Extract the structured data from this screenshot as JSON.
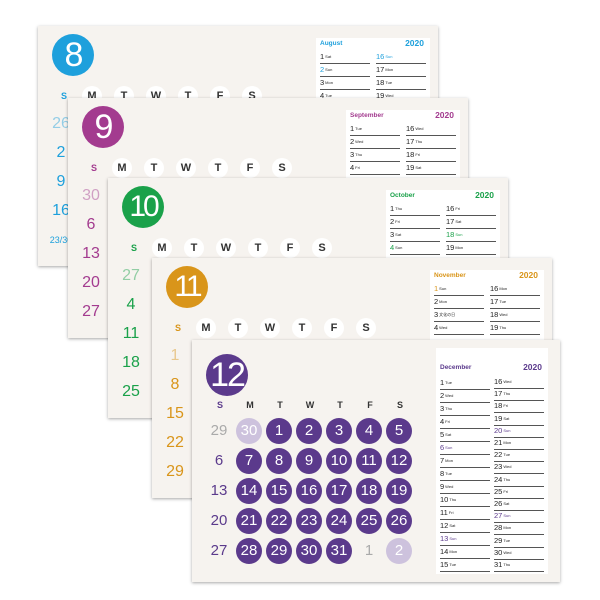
{
  "cards": [
    {
      "id": "aug",
      "month_number": "8",
      "color": "#1ea0dc",
      "list_month": "August",
      "list_year": "2020",
      "days_of_week": [
        "S",
        "M",
        "T",
        "W",
        "T",
        "F",
        "S"
      ],
      "left_col_days": [
        "26",
        "2",
        "9",
        "16",
        "23/30"
      ],
      "list_left": [
        {
          "d": "1",
          "w": "Sat"
        },
        {
          "d": "2",
          "w": "Sun"
        },
        {
          "d": "3",
          "w": "Mon"
        },
        {
          "d": "4",
          "w": "Tue"
        }
      ],
      "list_right": [
        {
          "d": "16",
          "w": "Sun"
        },
        {
          "d": "17",
          "w": "Mon"
        },
        {
          "d": "18",
          "w": "Tue"
        },
        {
          "d": "19",
          "w": "Wed"
        }
      ]
    },
    {
      "id": "sep",
      "month_number": "9",
      "color": "#a33b8f",
      "list_month": "September",
      "list_year": "2020",
      "days_of_week": [
        "S",
        "M",
        "T",
        "W",
        "T",
        "F",
        "S"
      ],
      "left_col_days": [
        "30",
        "6",
        "13",
        "20",
        "27"
      ],
      "list_left": [
        {
          "d": "1",
          "w": "Tue"
        },
        {
          "d": "2",
          "w": "Wed"
        },
        {
          "d": "3",
          "w": "Thu"
        },
        {
          "d": "4",
          "w": "Fri"
        }
      ],
      "list_right": [
        {
          "d": "16",
          "w": "Wed"
        },
        {
          "d": "17",
          "w": "Thu"
        },
        {
          "d": "18",
          "w": "Fri"
        },
        {
          "d": "19",
          "w": "Sat"
        }
      ]
    },
    {
      "id": "oct",
      "month_number": "10",
      "color": "#1aa14a",
      "list_month": "October",
      "list_year": "2020",
      "days_of_week": [
        "S",
        "M",
        "T",
        "W",
        "T",
        "F",
        "S"
      ],
      "left_col_days": [
        "27",
        "4",
        "11",
        "18",
        "25"
      ],
      "list_left": [
        {
          "d": "1",
          "w": "Thu"
        },
        {
          "d": "2",
          "w": "Fri"
        },
        {
          "d": "3",
          "w": "Sat"
        },
        {
          "d": "4",
          "w": "Sun"
        }
      ],
      "list_right": [
        {
          "d": "16",
          "w": "Fri"
        },
        {
          "d": "17",
          "w": "Sat"
        },
        {
          "d": "18",
          "w": "Sun"
        },
        {
          "d": "19",
          "w": "Mon"
        }
      ]
    },
    {
      "id": "nov",
      "month_number": "11",
      "color": "#d9951a",
      "list_month": "November",
      "list_year": "2020",
      "days_of_week": [
        "S",
        "M",
        "T",
        "W",
        "T",
        "F",
        "S"
      ],
      "left_col_days": [
        "1",
        "8",
        "15",
        "22",
        "29"
      ],
      "list_left": [
        {
          "d": "1",
          "w": "Sun"
        },
        {
          "d": "2",
          "w": "Mon"
        },
        {
          "d": "3",
          "w": "文化の日"
        },
        {
          "d": "4",
          "w": "Wed"
        }
      ],
      "list_right": [
        {
          "d": "16",
          "w": "Mon"
        },
        {
          "d": "17",
          "w": "Tue"
        },
        {
          "d": "18",
          "w": "Wed"
        },
        {
          "d": "19",
          "w": "Thu"
        }
      ]
    }
  ],
  "front": {
    "month_number": "12",
    "color": "#5b3a8c",
    "list_month": "December",
    "list_year": "2020",
    "days_of_week": [
      "S",
      "M",
      "T",
      "W",
      "T",
      "F",
      "S"
    ],
    "weeks": [
      [
        "29",
        "30",
        "1",
        "2",
        "3",
        "4",
        "5"
      ],
      [
        "6",
        "7",
        "8",
        "9",
        "10",
        "11",
        "12"
      ],
      [
        "13",
        "14",
        "15",
        "16",
        "17",
        "18",
        "19"
      ],
      [
        "20",
        "21",
        "22",
        "23",
        "24",
        "25",
        "26"
      ],
      [
        "27",
        "28",
        "29",
        "30",
        "31",
        "1",
        "2"
      ]
    ],
    "list_left": [
      {
        "d": "1",
        "w": "Tue"
      },
      {
        "d": "2",
        "w": "Wed"
      },
      {
        "d": "3",
        "w": "Thu"
      },
      {
        "d": "4",
        "w": "Fri"
      },
      {
        "d": "5",
        "w": "Sat"
      },
      {
        "d": "6",
        "w": "Sun"
      },
      {
        "d": "7",
        "w": "Mon"
      },
      {
        "d": "8",
        "w": "Tue"
      },
      {
        "d": "9",
        "w": "Wed"
      },
      {
        "d": "10",
        "w": "Thu"
      },
      {
        "d": "11",
        "w": "Fri"
      },
      {
        "d": "12",
        "w": "Sat"
      },
      {
        "d": "13",
        "w": "Sun"
      },
      {
        "d": "14",
        "w": "Mon"
      },
      {
        "d": "15",
        "w": "Tue"
      }
    ],
    "list_right": [
      {
        "d": "16",
        "w": "Wed"
      },
      {
        "d": "17",
        "w": "Thu"
      },
      {
        "d": "18",
        "w": "Fri"
      },
      {
        "d": "19",
        "w": "Sat"
      },
      {
        "d": "20",
        "w": "Sun"
      },
      {
        "d": "21",
        "w": "Mon"
      },
      {
        "d": "22",
        "w": "Tue"
      },
      {
        "d": "23",
        "w": "Wed"
      },
      {
        "d": "24",
        "w": "Thu"
      },
      {
        "d": "25",
        "w": "Fri"
      },
      {
        "d": "26",
        "w": "Sat"
      },
      {
        "d": "27",
        "w": "Sun"
      },
      {
        "d": "28",
        "w": "Mon"
      },
      {
        "d": "29",
        "w": "Tue"
      },
      {
        "d": "30",
        "w": "Wed"
      },
      {
        "d": "31",
        "w": "Thu"
      }
    ]
  }
}
